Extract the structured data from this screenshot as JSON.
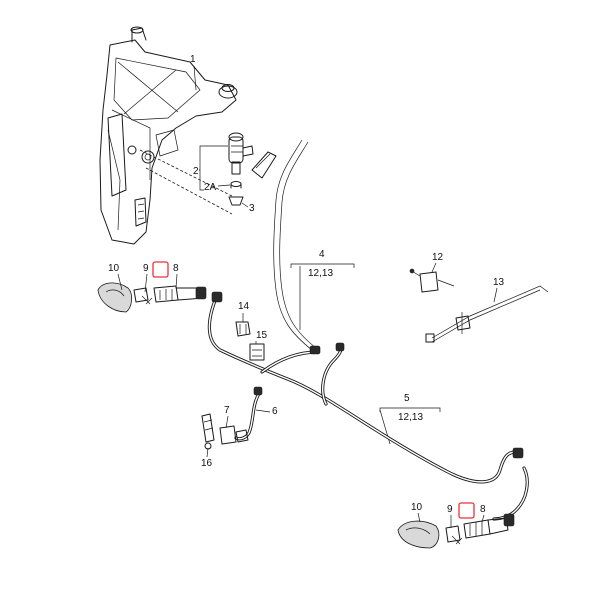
{
  "diagram": {
    "callouts": {
      "c1": "1",
      "c2": "2",
      "c2a": "2A",
      "c3": "3",
      "c4": "4",
      "c4sub": "12,13",
      "c5": "5",
      "c5sub": "12,13",
      "c6": "6",
      "c7": "7",
      "c8a": "8",
      "c9a": "9",
      "c10a": "10",
      "c8b": "8",
      "c9b": "9",
      "c10b": "10",
      "c12": "12",
      "c13": "13",
      "c14": "14",
      "c15": "15",
      "c16": "16"
    },
    "highlight_color": "#e8303a"
  }
}
